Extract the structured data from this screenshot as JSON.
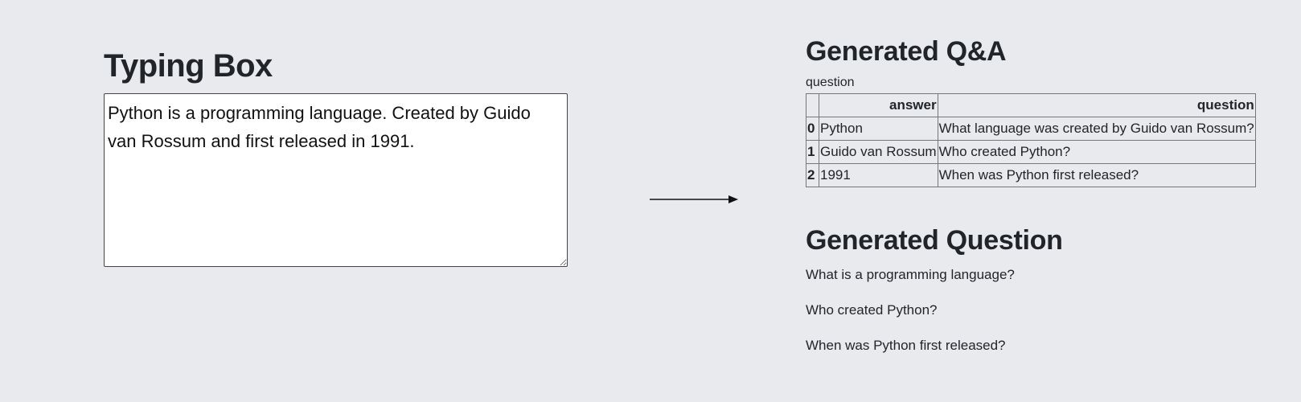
{
  "left": {
    "title": "Typing Box",
    "textarea_value": "Python is a programming language. Created by Guido van Rossum and first released in 1991."
  },
  "qa": {
    "title": "Generated Q&A",
    "label": "question",
    "columns": [
      "",
      "answer",
      "question"
    ],
    "rows": [
      {
        "index": "0",
        "answer": "Python",
        "question": "What language was created by Guido van Rossum?"
      },
      {
        "index": "1",
        "answer": "Guido van Rossum",
        "question": "Who created Python?"
      },
      {
        "index": "2",
        "answer": "1991",
        "question": "When was Python first released?"
      }
    ]
  },
  "generated_question": {
    "title": "Generated Question",
    "items": [
      "What is a programming language?",
      "Who created Python?",
      "When was Python first released?"
    ]
  }
}
